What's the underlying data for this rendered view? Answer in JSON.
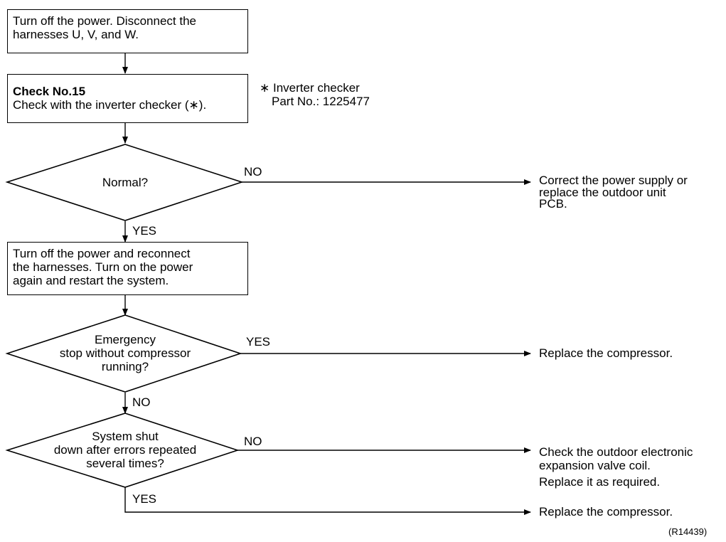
{
  "boxes": {
    "start": {
      "line1": "Turn off the power. Disconnect the",
      "line2": "harnesses U, V, and W."
    },
    "check": {
      "title": "Check No.15",
      "text": "Check with the inverter checker (∗)."
    },
    "reconnect": {
      "line1": "Turn off the power and reconnect",
      "line2": "the harnesses. Turn on the power",
      "line3": "again and restart the system."
    }
  },
  "note": {
    "line1": "∗ Inverter checker",
    "line2": "Part No.: 1225477"
  },
  "decisions": {
    "normal": {
      "line1": "Normal?"
    },
    "emergency": {
      "line1": "Emergency",
      "line2": "stop without compressor",
      "line3": "running?"
    },
    "shutdown": {
      "line1": "System shut",
      "line2": "down after errors repeated",
      "line3": "several times?"
    }
  },
  "labels": {
    "normal_no": "NO",
    "normal_yes": "YES",
    "emergency_yes": "YES",
    "emergency_no": "NO",
    "shutdown_no": "NO",
    "shutdown_yes": "YES"
  },
  "outcomes": {
    "power_supply": {
      "line1": "Correct the power supply or",
      "line2": "replace the outdoor unit",
      "line3": "PCB."
    },
    "replace_compressor_1": "Replace the compressor.",
    "expansion_valve": {
      "line1": "Check the outdoor electronic",
      "line2": "expansion valve coil.",
      "line3": "Replace it as required."
    },
    "replace_compressor_2": "Replace the compressor."
  },
  "figure_id": "(R14439)"
}
